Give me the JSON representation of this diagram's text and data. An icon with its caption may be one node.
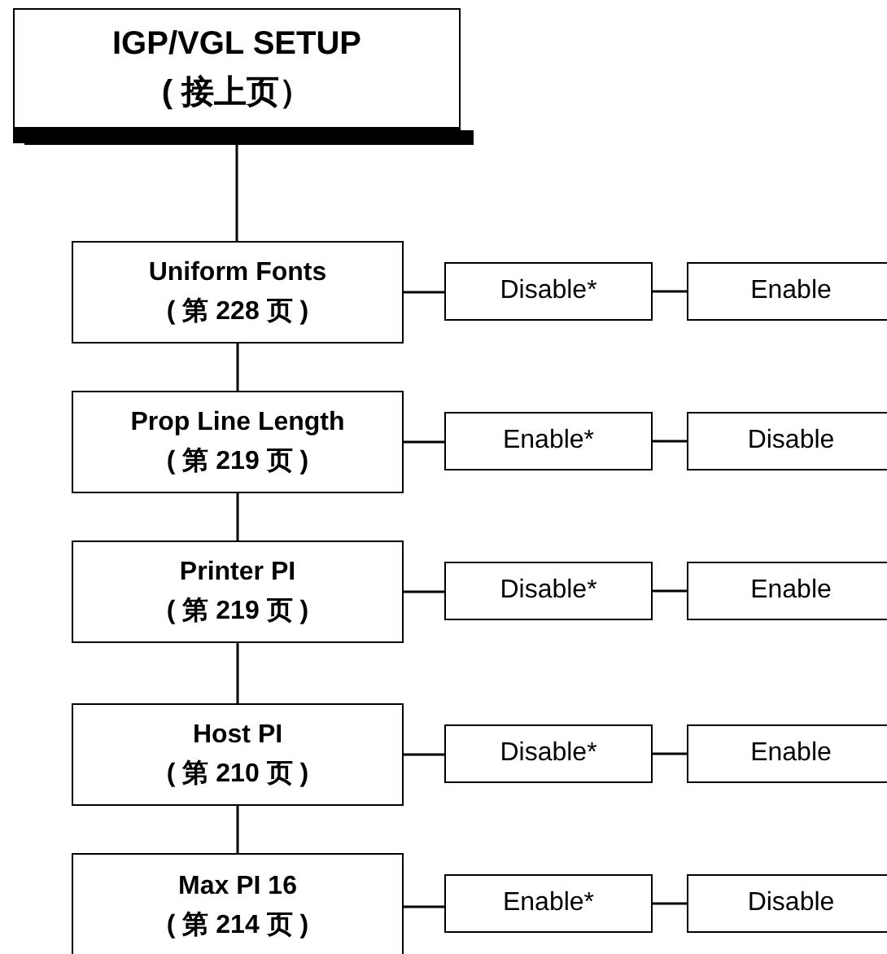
{
  "diagram": {
    "nodes": [
      {
        "text": [
          "IGP/VGL SETUP",
          "( 接上页）"
        ]
      },
      {
        "text": [
          "Uniform Fonts",
          "( 第 228 页 )"
        ]
      },
      {
        "text": [
          "Disable*"
        ]
      },
      {
        "text": [
          "Enable"
        ]
      },
      {
        "text": [
          "Prop Line Length",
          "( 第 219 页 )"
        ]
      },
      {
        "text": [
          "Enable*"
        ]
      },
      {
        "text": [
          "Disable"
        ]
      },
      {
        "text": [
          "Printer PI",
          "( 第 219 页 )"
        ]
      },
      {
        "text": [
          "Disable*"
        ]
      },
      {
        "text": [
          "Enable"
        ]
      },
      {
        "text": [
          "Host PI",
          "( 第 210 页 )"
        ]
      },
      {
        "text": [
          "Disable*"
        ]
      },
      {
        "text": [
          "Enable"
        ]
      },
      {
        "text": [
          "Max PI 16",
          "( 第 214 页 )"
        ]
      },
      {
        "text": [
          "Enable*"
        ]
      },
      {
        "text": [
          "Disable"
        ]
      }
    ],
    "edges": [
      {
        "from": 0,
        "to": 1,
        "arrow": "none"
      },
      {
        "from": 1,
        "to": 2,
        "arrow": "none"
      },
      {
        "from": 2,
        "to": 3,
        "arrow": "none"
      },
      {
        "from": 1,
        "to": 4,
        "arrow": "none"
      },
      {
        "from": 4,
        "to": 5,
        "arrow": "none"
      },
      {
        "from": 5,
        "to": 6,
        "arrow": "none"
      },
      {
        "from": 4,
        "to": 7,
        "arrow": "none"
      },
      {
        "from": 7,
        "to": 8,
        "arrow": "none"
      },
      {
        "from": 8,
        "to": 9,
        "arrow": "none"
      },
      {
        "from": 7,
        "to": 10,
        "arrow": "none"
      },
      {
        "from": 10,
        "to": 11,
        "arrow": "none"
      },
      {
        "from": 11,
        "to": 12,
        "arrow": "none"
      },
      {
        "from": 10,
        "to": 13,
        "arrow": "none"
      },
      {
        "from": 13,
        "to": 14,
        "arrow": "none"
      },
      {
        "from": 14,
        "to": 15,
        "arrow": "none"
      }
    ]
  }
}
